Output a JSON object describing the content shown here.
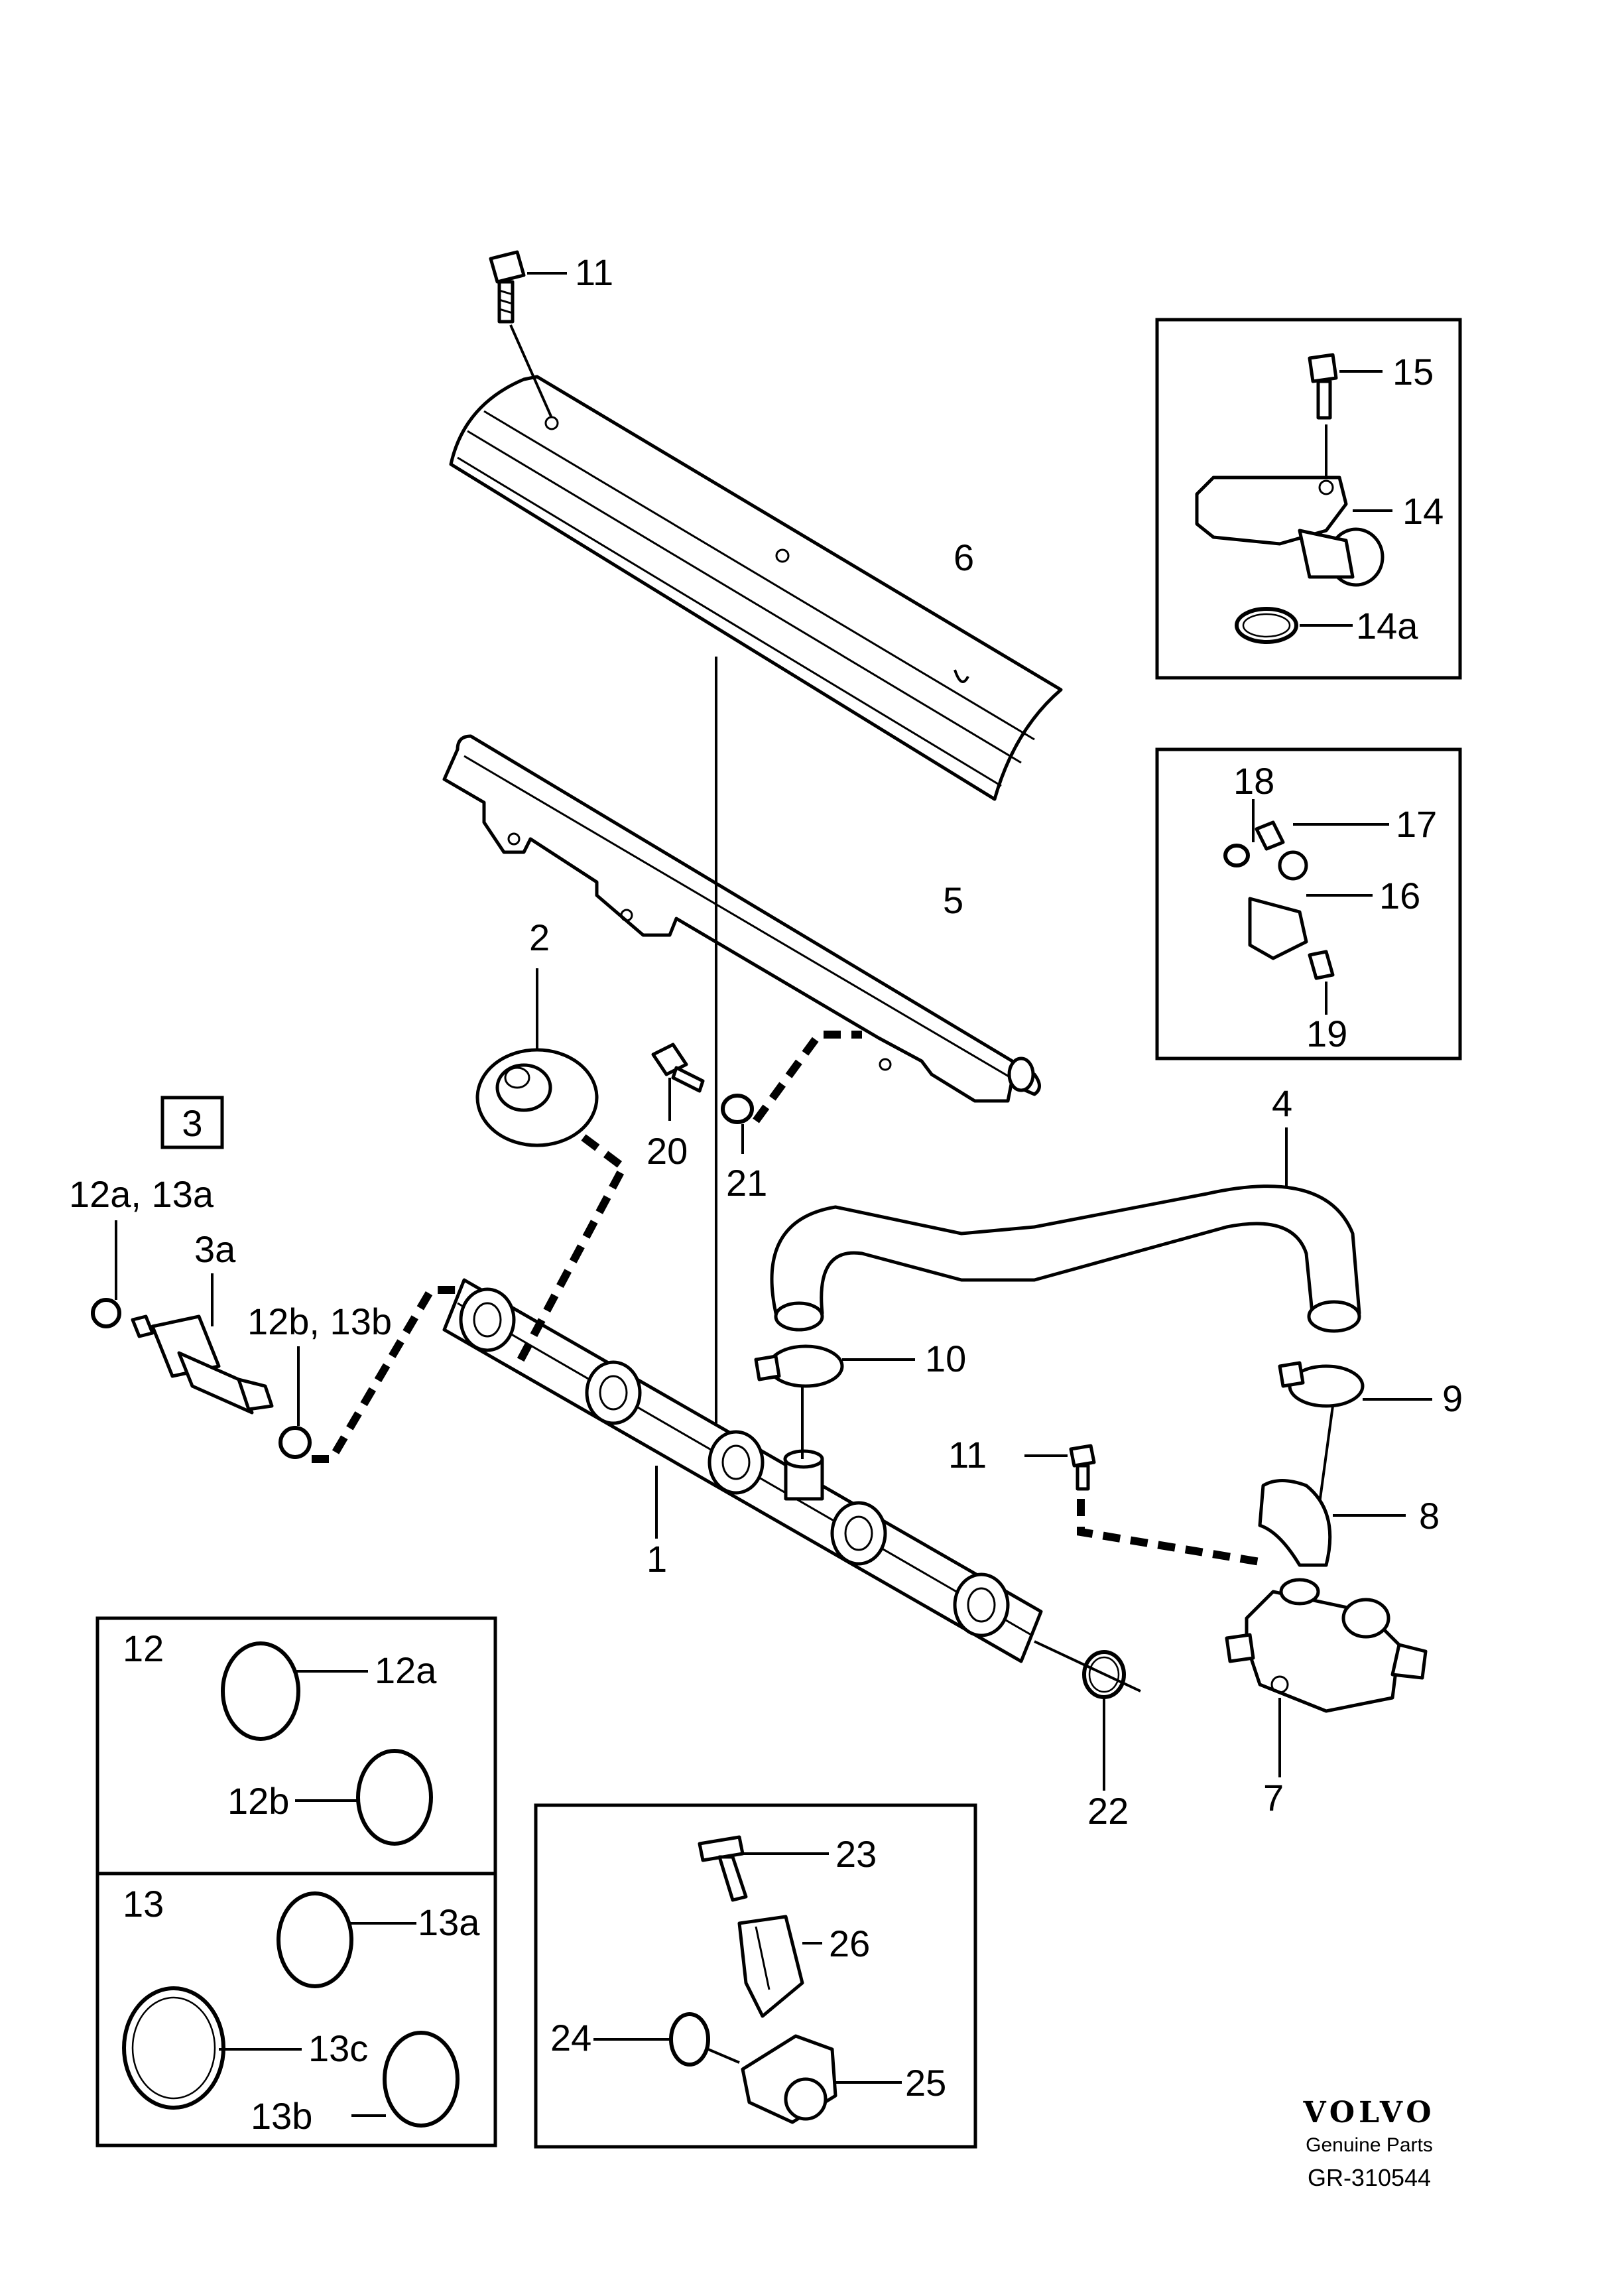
{
  "labels": {
    "p1": "1",
    "p2": "2",
    "p3": "3",
    "p3a": "3a",
    "p4": "4",
    "p5": "5",
    "p6": "6",
    "p7": "7",
    "p8": "8",
    "p9": "9",
    "p10": "10",
    "p11_top": "11",
    "p11_mid": "11",
    "p12a13a": "12a, 13a",
    "p12b13b": "12b, 13b",
    "p14": "14",
    "p14a": "14a",
    "p15": "15",
    "p16": "16",
    "p17": "17",
    "p18": "18",
    "p19": "19",
    "p20": "20",
    "p21": "21",
    "p22": "22",
    "p23": "23",
    "p24": "24",
    "p25": "25",
    "p26": "26"
  },
  "kit12": {
    "title": "12",
    "a": "12a",
    "b": "12b"
  },
  "kit13": {
    "title": "13",
    "a": "13a",
    "c": "13c",
    "b": "13b"
  },
  "footer": {
    "brand": "VOLVO",
    "subtitle": "Genuine Parts",
    "ref": "GR-310544"
  },
  "colors": {
    "line": "#000000",
    "background": "#ffffff"
  }
}
